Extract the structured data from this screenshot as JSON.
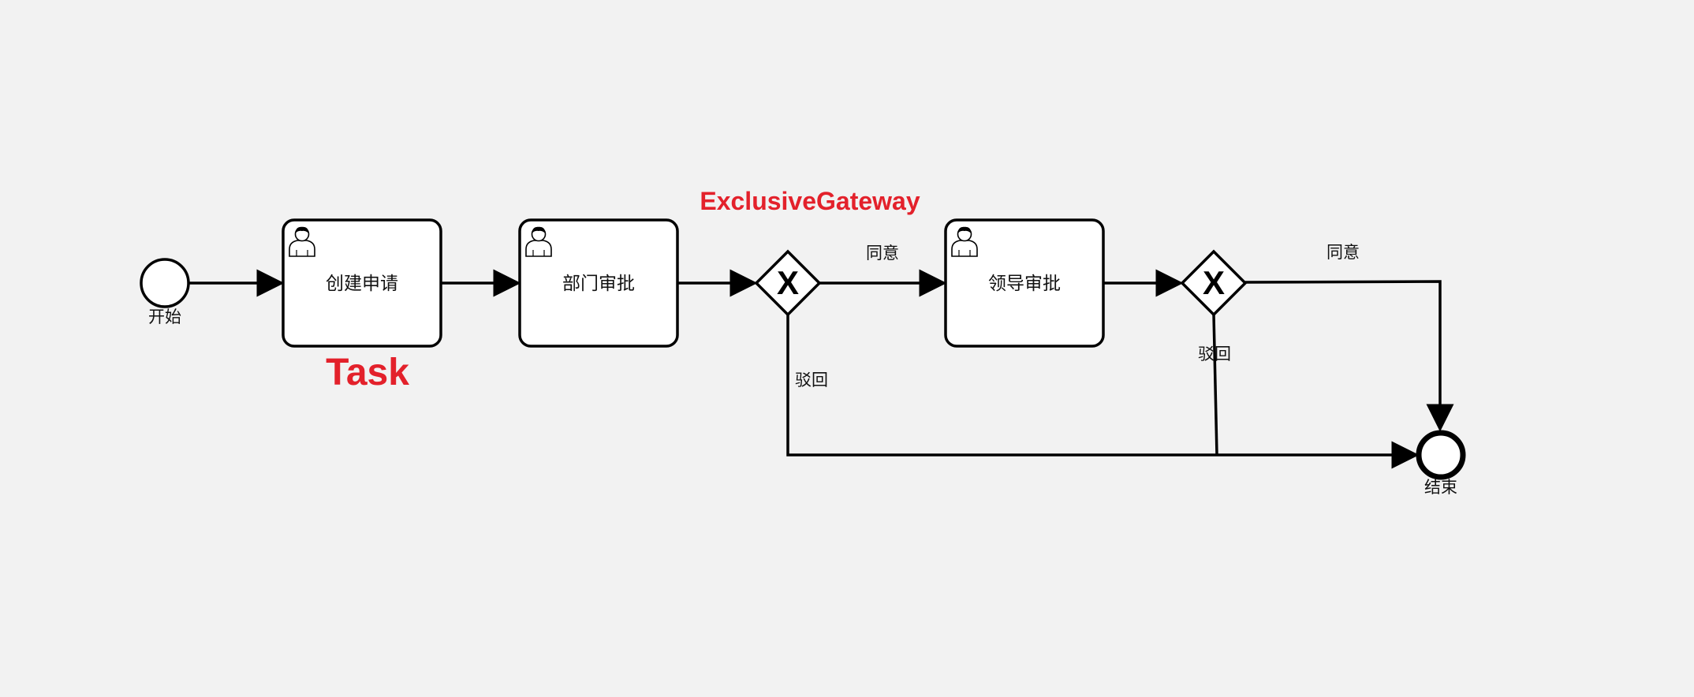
{
  "nodes": {
    "start": {
      "label": "开始"
    },
    "task_create": {
      "label": "创建申请",
      "icon": "user-icon"
    },
    "task_dept": {
      "label": "部门审批",
      "icon": "user-icon"
    },
    "gateway_1": {
      "symbol": "X"
    },
    "task_leader": {
      "label": "领导审批",
      "icon": "user-icon"
    },
    "gateway_2": {
      "symbol": "X"
    },
    "end": {
      "label": "结束"
    }
  },
  "flows": {
    "gw1_agree": "同意",
    "gw1_reject": "驳回",
    "gw2_agree": "同意",
    "gw2_reject": "驳回"
  },
  "annotations": {
    "task": "Task",
    "gateway": "ExclusiveGateway",
    "color": "#e3212b"
  }
}
